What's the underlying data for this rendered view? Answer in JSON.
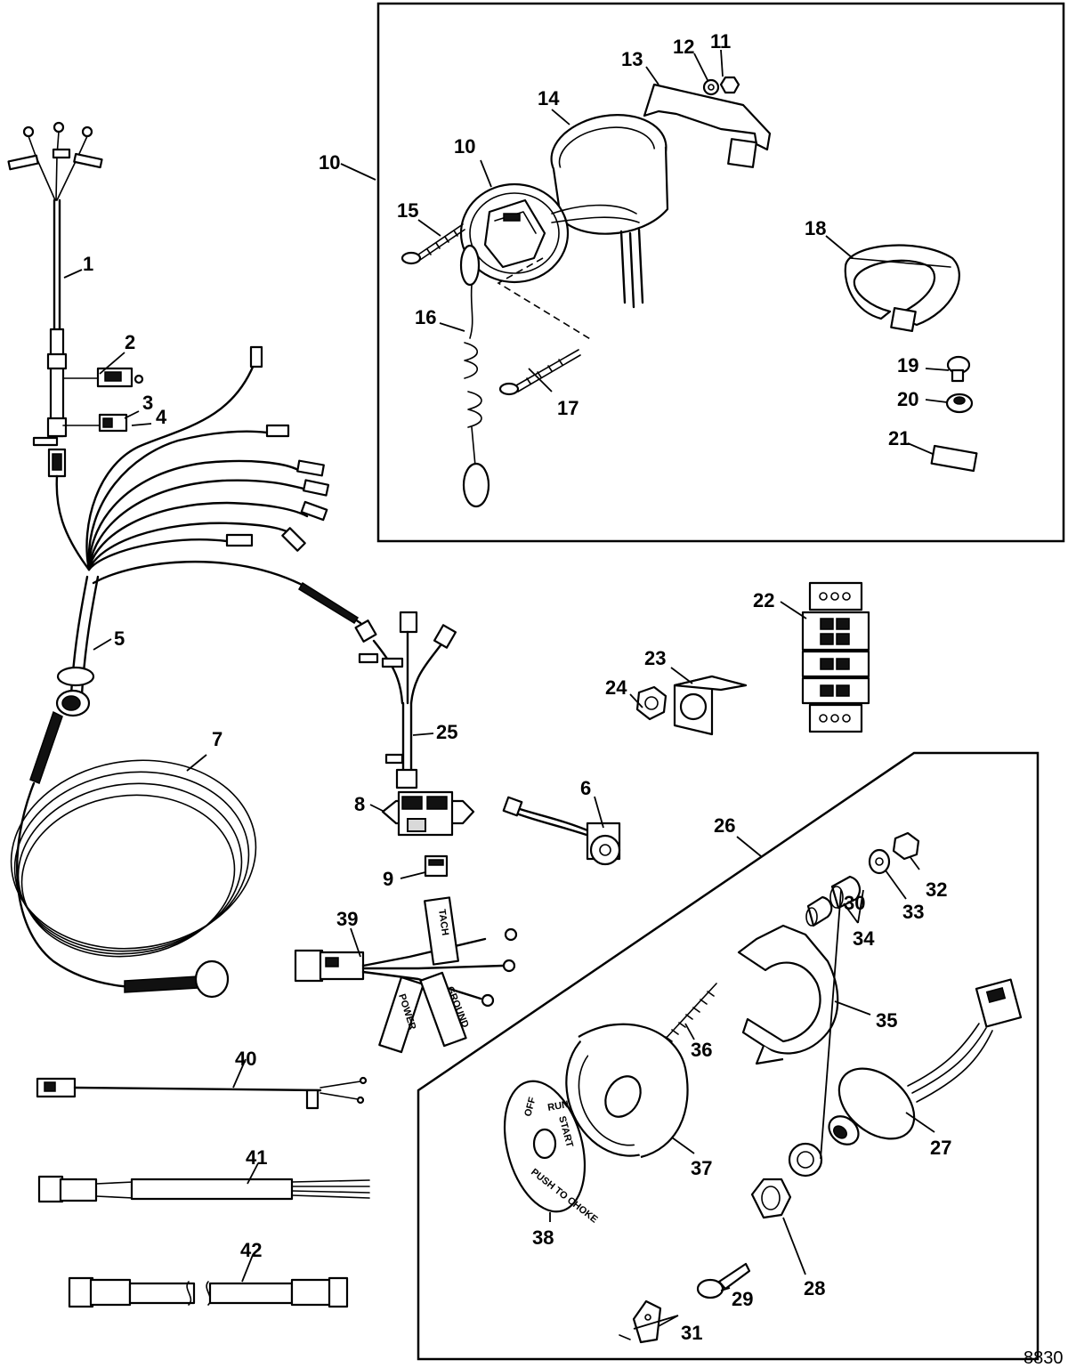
{
  "callouts": {
    "c1": "1",
    "c2": "2",
    "c3": "3",
    "c4": "4",
    "c5": "5",
    "c6": "6",
    "c7": "7",
    "c8": "8",
    "c9": "9",
    "c10a": "10",
    "c10b": "10",
    "c11": "11",
    "c12": "12",
    "c13": "13",
    "c14": "14",
    "c15": "15",
    "c16": "16",
    "c17": "17",
    "c18": "18",
    "c19": "19",
    "c20": "20",
    "c21": "21",
    "c22": "22",
    "c23": "23",
    "c24": "24",
    "c25": "25",
    "c26": "26",
    "c27": "27",
    "c28": "28",
    "c29": "29",
    "c30": "30",
    "c31": "31",
    "c32": "32",
    "c33": "33",
    "c34": "34",
    "c35": "35",
    "c36": "36",
    "c37": "37",
    "c38": "38",
    "c39": "39",
    "c40": "40",
    "c41": "41",
    "c42": "42"
  },
  "labels": {
    "tag_tach": "TACH",
    "tag_power": "POWER",
    "tag_ground": "GROUND",
    "plate_off": "OFF",
    "plate_run": "RUN",
    "plate_start": "START",
    "plate_push": "PUSH TO CHOKE"
  },
  "drawing_number": "8830"
}
